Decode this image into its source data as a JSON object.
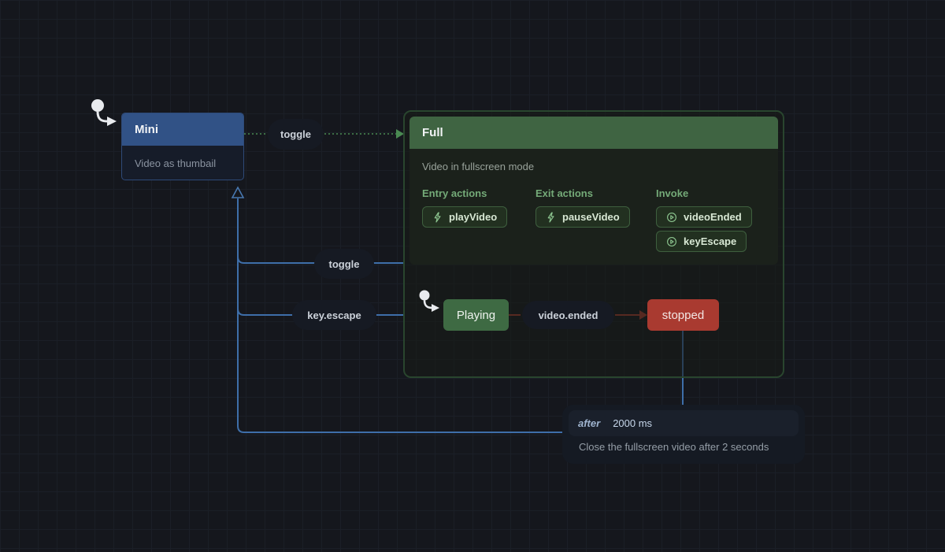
{
  "diagram": {
    "states": {
      "mini": {
        "title": "Mini",
        "description": "Video as thumbail"
      },
      "full": {
        "title": "Full",
        "description": "Video in fullscreen mode",
        "entry": {
          "label": "Entry actions",
          "action": "playVideo"
        },
        "exit": {
          "label": "Exit actions",
          "action": "pauseVideo"
        },
        "invoke": {
          "label": "Invoke",
          "sources": [
            "videoEnded",
            "keyEscape"
          ]
        },
        "playing": {
          "title": "Playing"
        },
        "stopped": {
          "title": "stopped"
        }
      }
    },
    "events": {
      "toggle_mini_to_full": "toggle",
      "toggle_full_to_mini": "toggle",
      "key_escape": "key.escape",
      "video_ended": "video.ended"
    },
    "delay_note": {
      "keyword": "after",
      "duration": "2000 ms",
      "description": "Close the fullscreen video after 2 seconds"
    },
    "colors": {
      "canvas_bg": "#15171d",
      "grid_line": "#1b1f27",
      "mini_header": "#315286",
      "full_header": "#3f6442",
      "playing_bg": "#3e6a43",
      "stopped_bg": "#a93a30",
      "edge_blue": "#3e6ea9",
      "edge_green": "#4a8a52",
      "edge_red": "#a23b30",
      "chip_text": "#d8e8d4",
      "action_label": "#74aa78"
    }
  }
}
